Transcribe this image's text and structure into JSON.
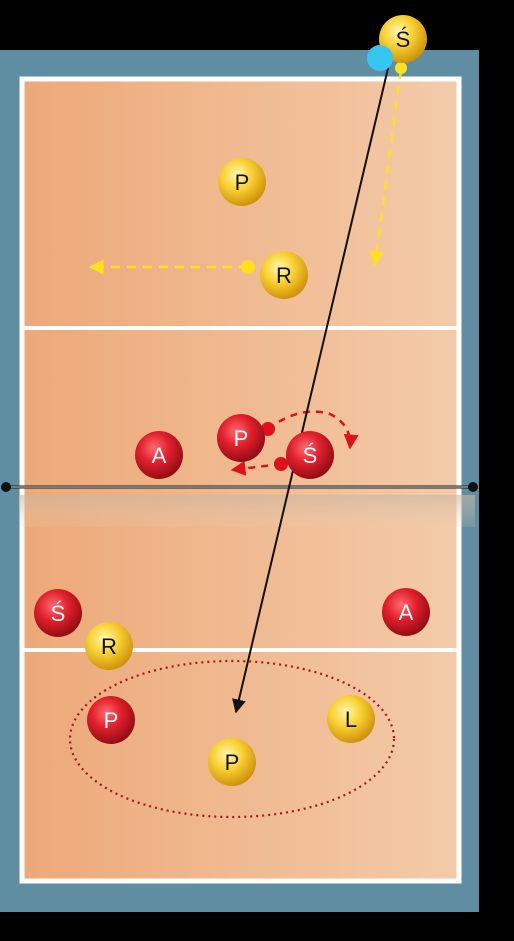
{
  "colors": {
    "background": "#000000",
    "court_border": "#5f8ea3",
    "court_floor_left": "#eeaa7b",
    "court_floor_right": "#f2c8a6",
    "court_lines": "#ffffff",
    "net": "#1a1a1a",
    "team_red": "#d81e2c",
    "team_yellow": "#f4c81e",
    "red_arrow": "#e0101c",
    "yellow_arrow": "#ffe020",
    "ball_path": "#000000",
    "ball": "#35c7f0",
    "zone_ellipse": "#a0181c"
  },
  "players": {
    "server": {
      "label": "Ś",
      "team": "yellow"
    },
    "yellow_top_p": {
      "label": "P",
      "team": "yellow"
    },
    "yellow_top_r": {
      "label": "R",
      "team": "yellow"
    },
    "red_a_left": {
      "label": "A",
      "team": "red"
    },
    "red_p_net": {
      "label": "P",
      "team": "red"
    },
    "red_s_net": {
      "label": "Ś",
      "team": "red"
    },
    "red_s_back": {
      "label": "Ś",
      "team": "red"
    },
    "red_a_right": {
      "label": "A",
      "team": "red"
    },
    "red_p_back": {
      "label": "P",
      "team": "red"
    },
    "yellow_r_back": {
      "label": "R",
      "team": "yellow"
    },
    "yellow_l_back": {
      "label": "L",
      "team": "yellow"
    },
    "yellow_p_back": {
      "label": "P",
      "team": "yellow"
    }
  }
}
